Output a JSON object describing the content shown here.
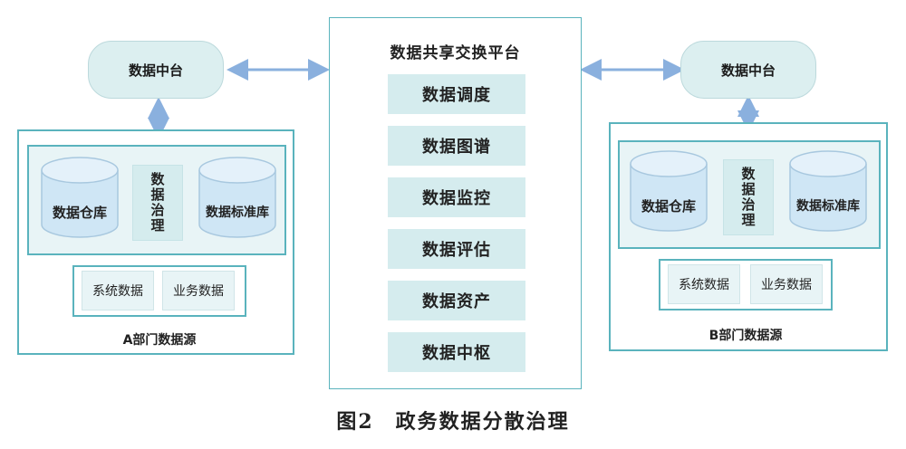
{
  "platform": {
    "title": "数据共享交换平台",
    "services": [
      "数据调度",
      "数据图谱",
      "数据监控",
      "数据评估",
      "数据资产",
      "数据中枢"
    ]
  },
  "hubs": {
    "left": "数据中台",
    "right": "数据中台"
  },
  "dept_a": {
    "warehouse": "数据仓库",
    "governance": "数据治理",
    "standard_db": "数据标准库",
    "sources": [
      "系统数据",
      "业务数据"
    ],
    "label": "A部门数据源"
  },
  "dept_b": {
    "warehouse": "数据仓库",
    "governance": "数据治理",
    "standard_db": "数据标准库",
    "sources": [
      "系统数据",
      "业务数据"
    ],
    "label": "B部门数据源"
  },
  "caption": "图2　政务数据分散治理",
  "colors": {
    "border": "#5ab3bd",
    "fill": "#d5ecee",
    "arrow": "#1f5fa8",
    "link": "#8ab0de"
  }
}
